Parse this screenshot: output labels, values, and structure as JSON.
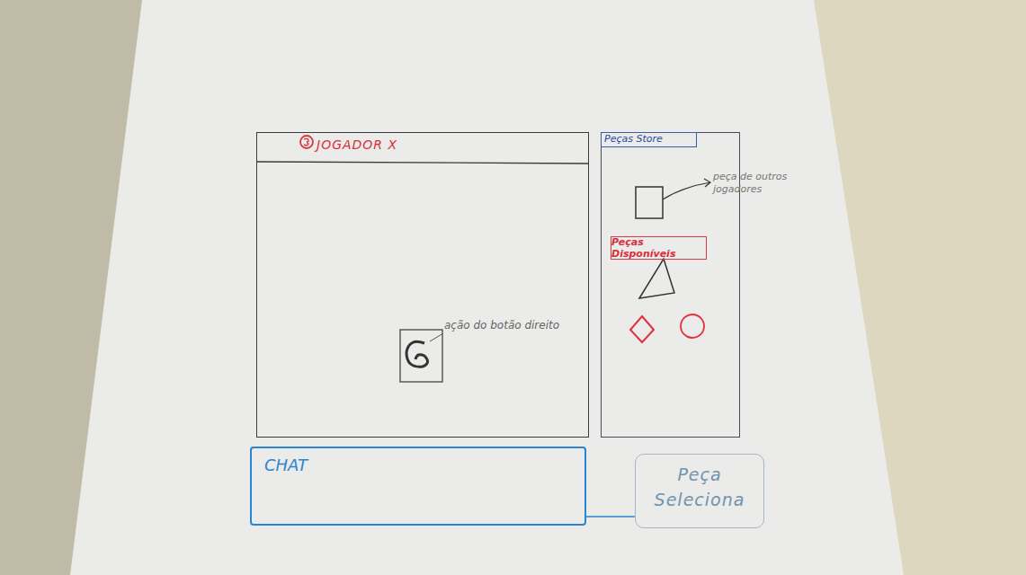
{
  "diagram": {
    "nodes": [
      {
        "text": [
          "JOGADOR X"
        ]
      },
      {
        "text": [
          "Peças Store"
        ]
      },
      {
        "text": [
          "Peças Disponíveis"
        ],
        "in": 1
      },
      {
        "text": [
          "CHAT"
        ]
      },
      {
        "text": [
          "Peça Seleciona"
        ]
      }
    ],
    "edges": [
      {
        "from": 3,
        "to": 4,
        "arrow": "none"
      }
    ],
    "labels": [
      "ação do botão direito",
      "peça de outros jogadores"
    ]
  }
}
